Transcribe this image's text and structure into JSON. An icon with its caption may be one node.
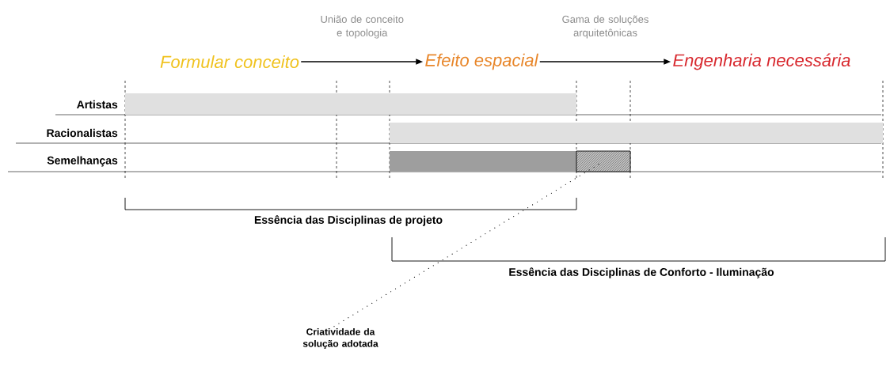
{
  "diagram": {
    "nodes": [
      {
        "text": [
          "Formular conceito"
        ]
      },
      {
        "text": [
          "Efeito espacial"
        ]
      },
      {
        "text": [
          "Engenharia necessária"
        ]
      },
      {
        "text": [
          "Criatividade da solução adotada"
        ]
      },
      {
        "text": [],
        "shape": "bar"
      },
      {
        "text": [],
        "shape": "bar"
      },
      {
        "text": [],
        "shape": "bar"
      },
      {
        "text": [],
        "shape": "box"
      }
    ],
    "edges": [
      {
        "from": 0,
        "to": 1,
        "arrow": "to",
        "label": "União de conceito e topologia"
      },
      {
        "from": 1,
        "to": 2,
        "arrow": "to",
        "label": "Gama de soluções arquitetônicas"
      },
      {
        "from": 3,
        "to": 7,
        "arrow": "none",
        "style": "dashed"
      }
    ],
    "labels": [
      "Artistas",
      "Racionalistas",
      "Semelhanças",
      "Essência das Disciplinas de projeto",
      "Essência das Disciplinas de Conforto - Iluminação"
    ]
  }
}
